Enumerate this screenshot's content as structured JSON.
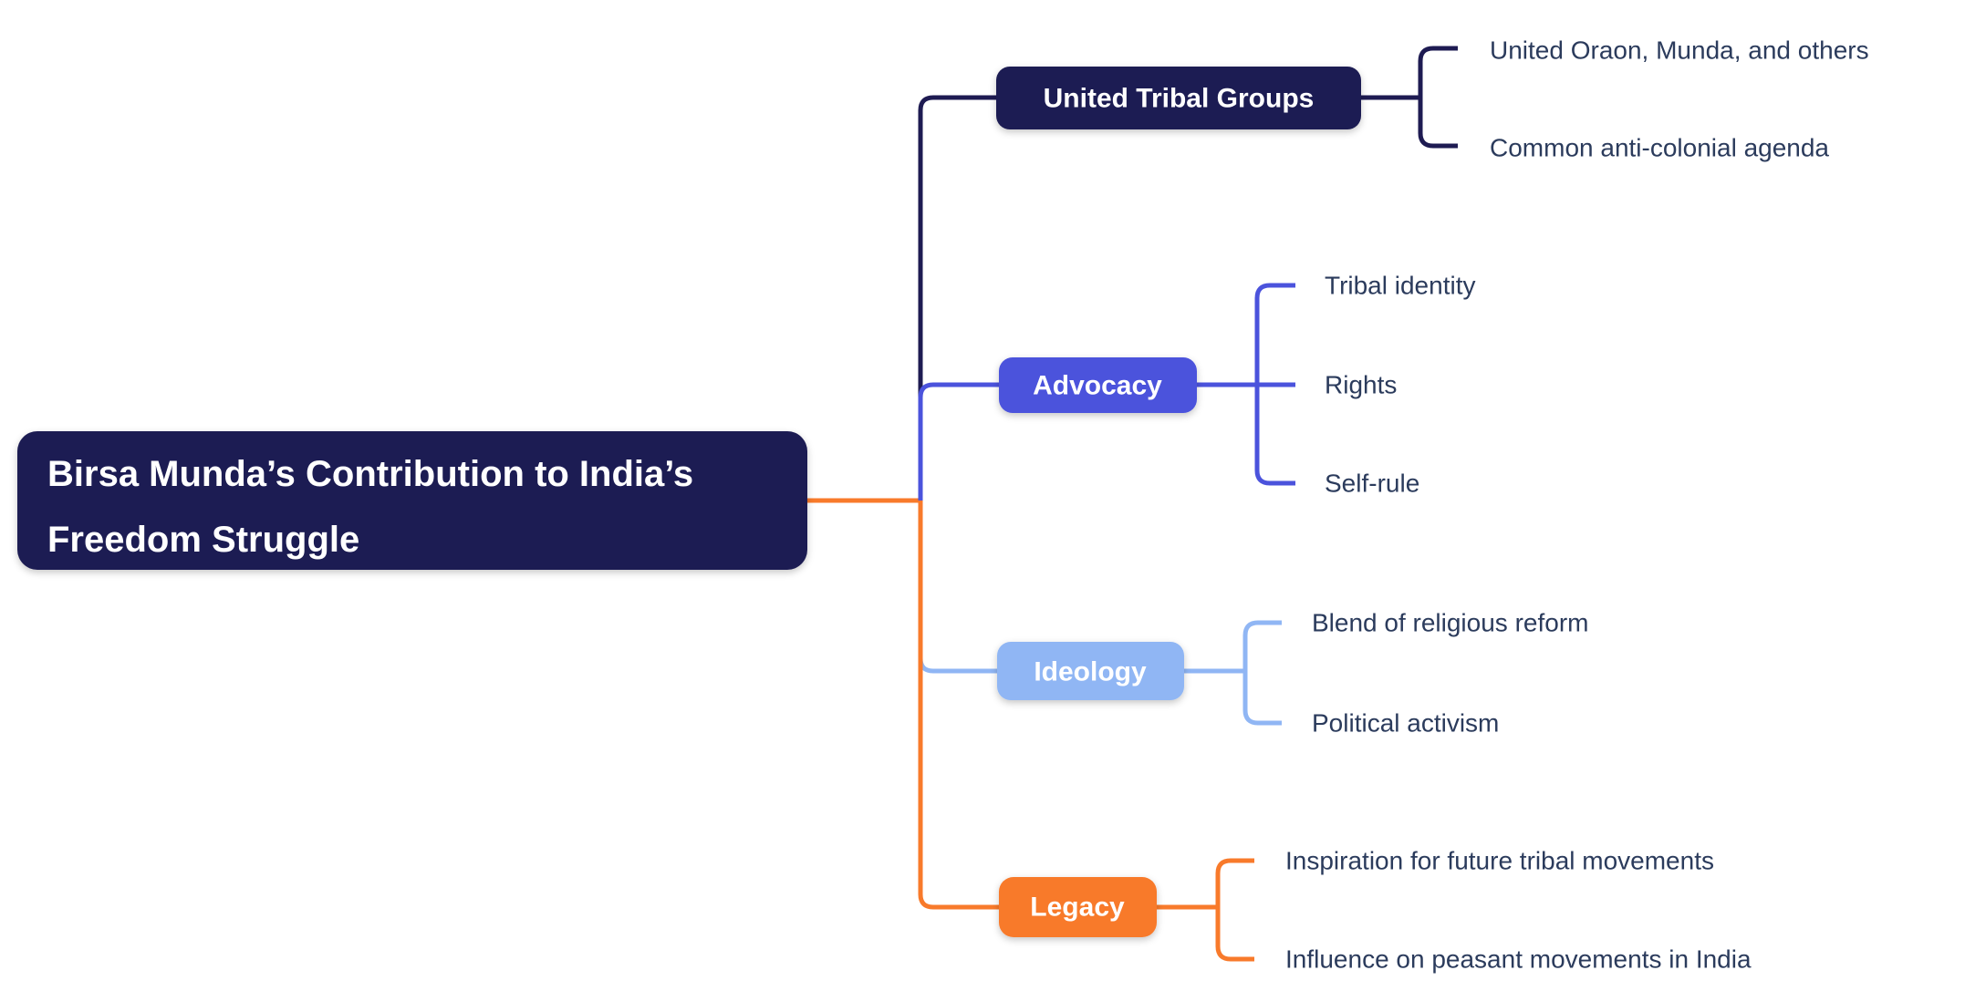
{
  "canvas": {
    "background_color": "#FFFFFF"
  },
  "mindmap": {
    "root": {
      "label_line1": "Birsa Munda’s Contribution to India’s",
      "label_line2": "Freedom Struggle",
      "fill_color": "#1E1B52",
      "text_color": "#FFFFFF"
    },
    "child_text_color": "#2B3B5C",
    "branches": [
      {
        "label": "United Tribal Groups",
        "fill_color": "#1E1B52",
        "text_color": "#FFFFFF",
        "children": [
          "United Oraon, Munda, and others",
          "Common anti-colonial agenda"
        ]
      },
      {
        "label": "Advocacy",
        "fill_color": "#4B53DC",
        "text_color": "#FFFFFF",
        "children": [
          "Tribal identity",
          "Rights",
          "Self-rule"
        ]
      },
      {
        "label": "Ideology",
        "fill_color": "#90B6F4",
        "text_color": "#FFFFFF",
        "children": [
          "Blend of religious reform",
          "Political activism"
        ]
      },
      {
        "label": "Legacy",
        "fill_color": "#F87A2B",
        "text_color": "#FFFFFF",
        "children": [
          "Inspiration for future tribal movements",
          "Influence on peasant movements in India"
        ]
      }
    ]
  }
}
